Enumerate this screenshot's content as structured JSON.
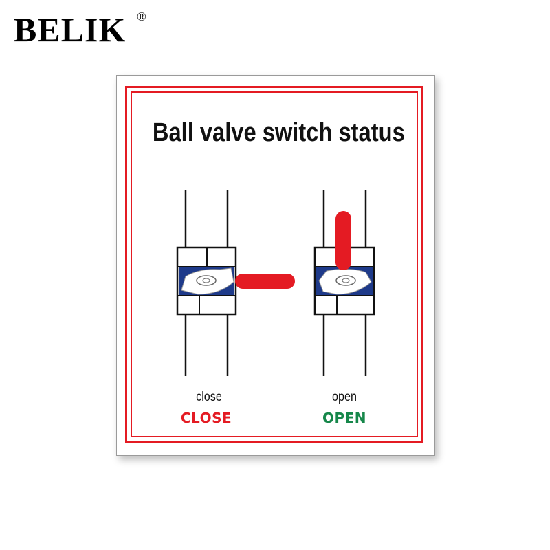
{
  "brand": {
    "name": "BELIK",
    "mark": "®"
  },
  "sign": {
    "title": "Ball valve switch status",
    "valves": [
      {
        "label_small": "close",
        "label_big": "CLOSE",
        "label_color": "#e41b23",
        "handle": "horizontal"
      },
      {
        "label_small": "open",
        "label_big": "OPEN",
        "label_color": "#16874a",
        "handle": "vertical"
      }
    ],
    "colors": {
      "border": "#e41b23",
      "handle": "#e41b23",
      "ball": "#1e3a8a"
    }
  }
}
